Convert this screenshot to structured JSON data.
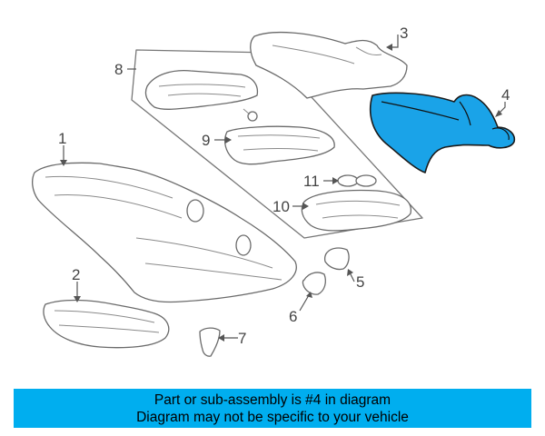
{
  "callouts": {
    "c1": "1",
    "c2": "2",
    "c3": "3",
    "c4": "4",
    "c5": "5",
    "c6": "6",
    "c7": "7",
    "c8": "8",
    "c9": "9",
    "c10": "10",
    "c11": "11"
  },
  "highlight_color": "#1aa3e8",
  "banner": {
    "line1": "Part or sub-assembly is #4 in diagram",
    "line2": "Diagram may not be specific to your vehicle",
    "color": "#00aeef"
  }
}
